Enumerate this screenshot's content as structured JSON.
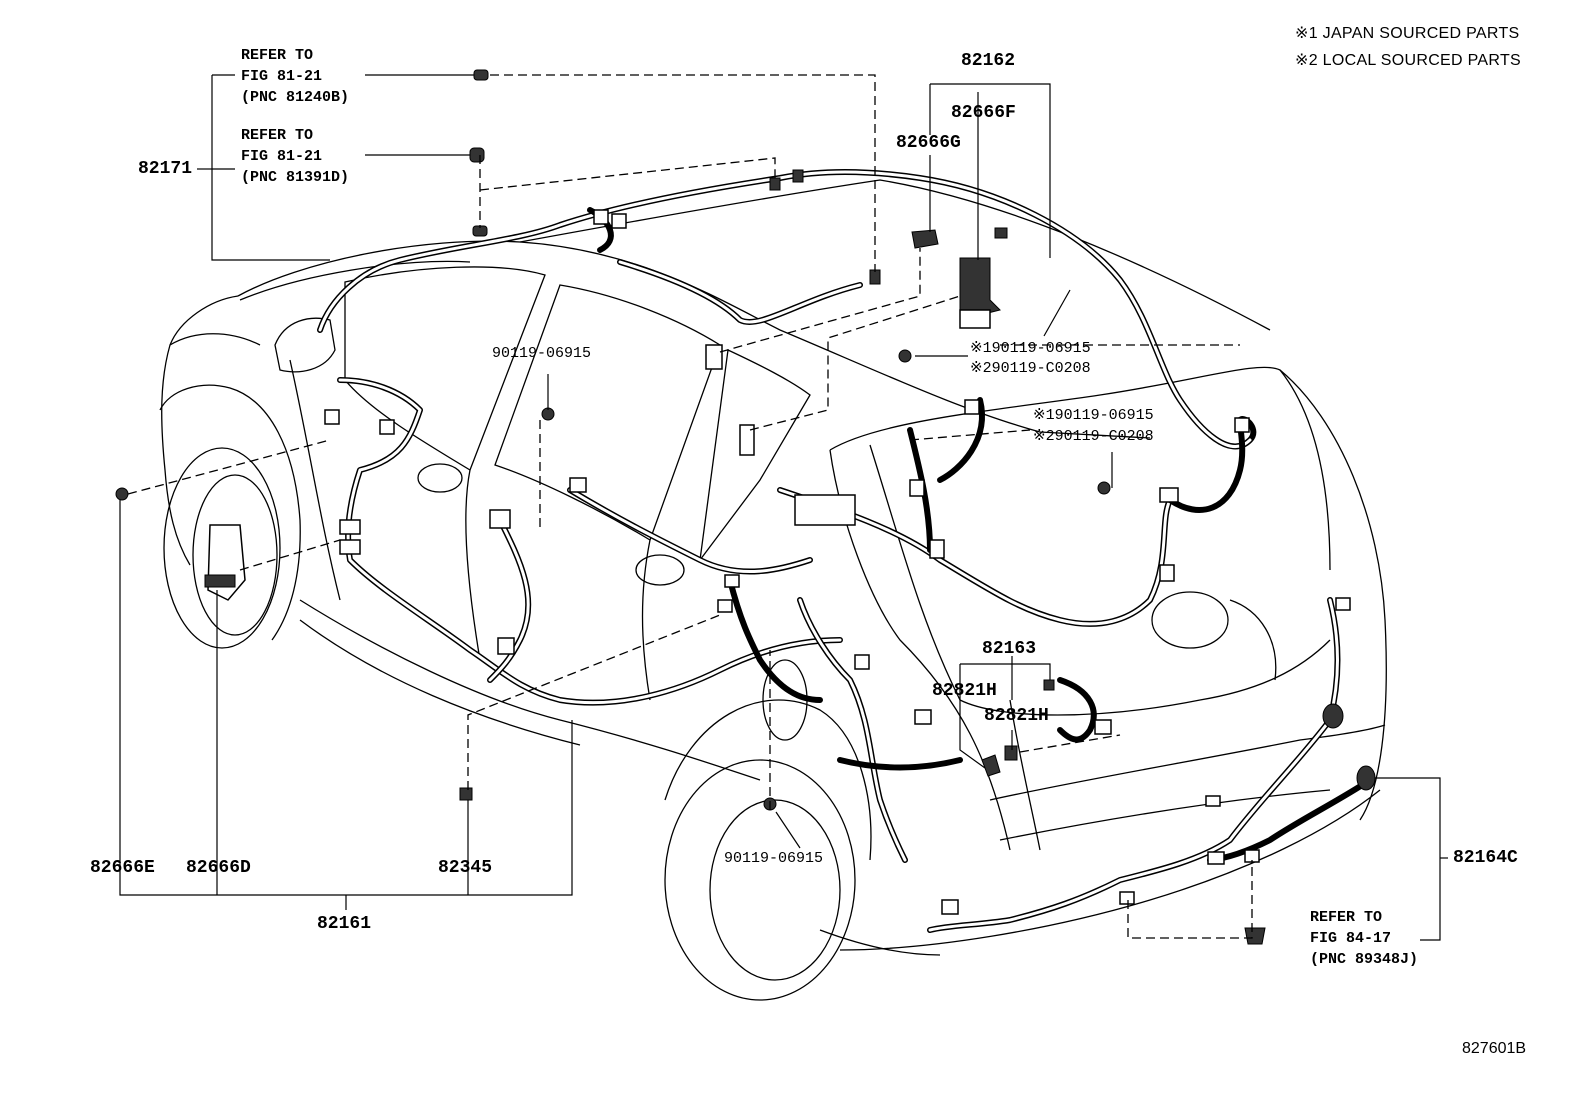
{
  "notes": {
    "japan": "※1 JAPAN SOURCED PARTS",
    "local": "※2 LOCAL SOURCED PARTS"
  },
  "figure_code": "827601B",
  "labels": {
    "p82162": "82162",
    "p82666F": "82666F",
    "p82666G": "82666G",
    "p82171": "82171",
    "p82163": "82163",
    "p82821H_a": "82821H",
    "p82821H_b": "82821H",
    "p82666E": "82666E",
    "p82666D": "82666D",
    "p82345": "82345",
    "p82161": "82161",
    "p82164C": "82164C"
  },
  "bolts": {
    "b_roof_left": "90119-06915",
    "b_center_bottom": "90119-06915",
    "b_top_j": "※190119-06915",
    "b_top_l": "※290119-C0208",
    "b_mid_j": "※190119-06915",
    "b_mid_l": "※290119-C0208"
  },
  "refers": {
    "r1": "REFER TO\nFIG 81-21\n(PNC 81240B)",
    "r2": "REFER TO\nFIG 81-21\n(PNC 81391D)",
    "r3": "REFER TO\nFIG 84-17\n(PNC 89348J)"
  }
}
